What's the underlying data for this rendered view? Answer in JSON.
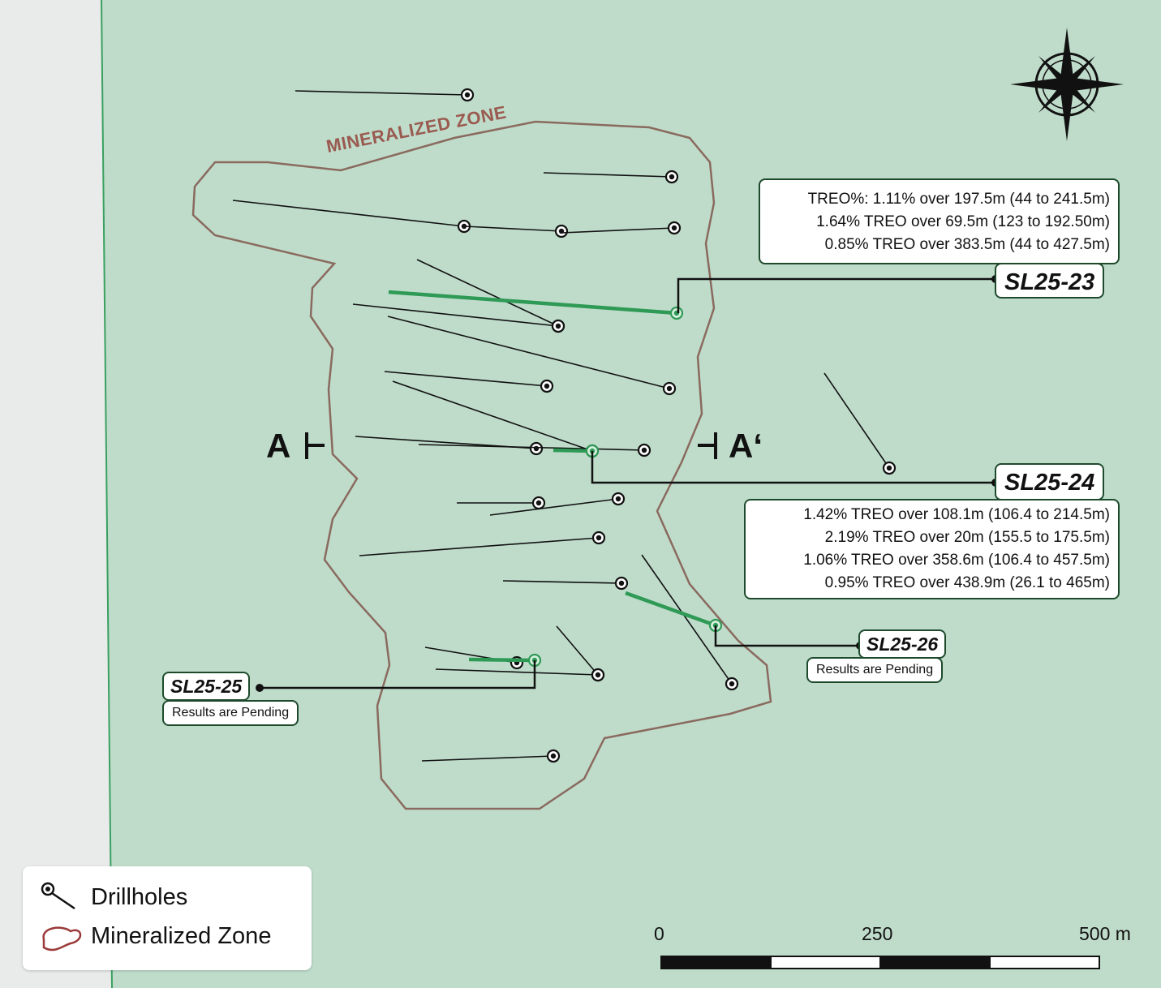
{
  "map": {
    "zone_label": "MINERALIZED ZONE",
    "section_start": "A",
    "section_end": "A‘"
  },
  "callouts": {
    "sl25_23": {
      "hole": "SL25-23",
      "results": [
        "TREO%: 1.11% over 197.5m (44 to 241.5m)",
        "1.64% TREO over 69.5m (123 to 192.50m)",
        "0.85% TREO over 383.5m (44 to 427.5m)"
      ]
    },
    "sl25_24": {
      "hole": "SL25-24",
      "results": [
        "1.42% TREO over 108.1m (106.4 to 214.5m)",
        "2.19% TREO over 20m (155.5 to 175.5m)",
        "1.06% TREO over 358.6m (106.4 to 457.5m)",
        "0.95% TREO over 438.9m (26.1 to 465m)"
      ]
    },
    "sl25_25": {
      "hole": "SL25-25",
      "status": "Results are Pending"
    },
    "sl25_26": {
      "hole": "SL25-26",
      "status": "Results are Pending"
    }
  },
  "legend": {
    "items": [
      {
        "label": "Drillholes",
        "icon": "drillhole-icon"
      },
      {
        "label": "Mineralized Zone",
        "icon": "zone-outline-icon"
      }
    ]
  },
  "scale_bar": {
    "labels": [
      "0",
      "250",
      "500 m"
    ]
  },
  "colors": {
    "map_bg": "#bfdccb",
    "zone": "#8a6a5e",
    "highlight": "#2e9a55",
    "box_border": "#1e4a2c"
  }
}
